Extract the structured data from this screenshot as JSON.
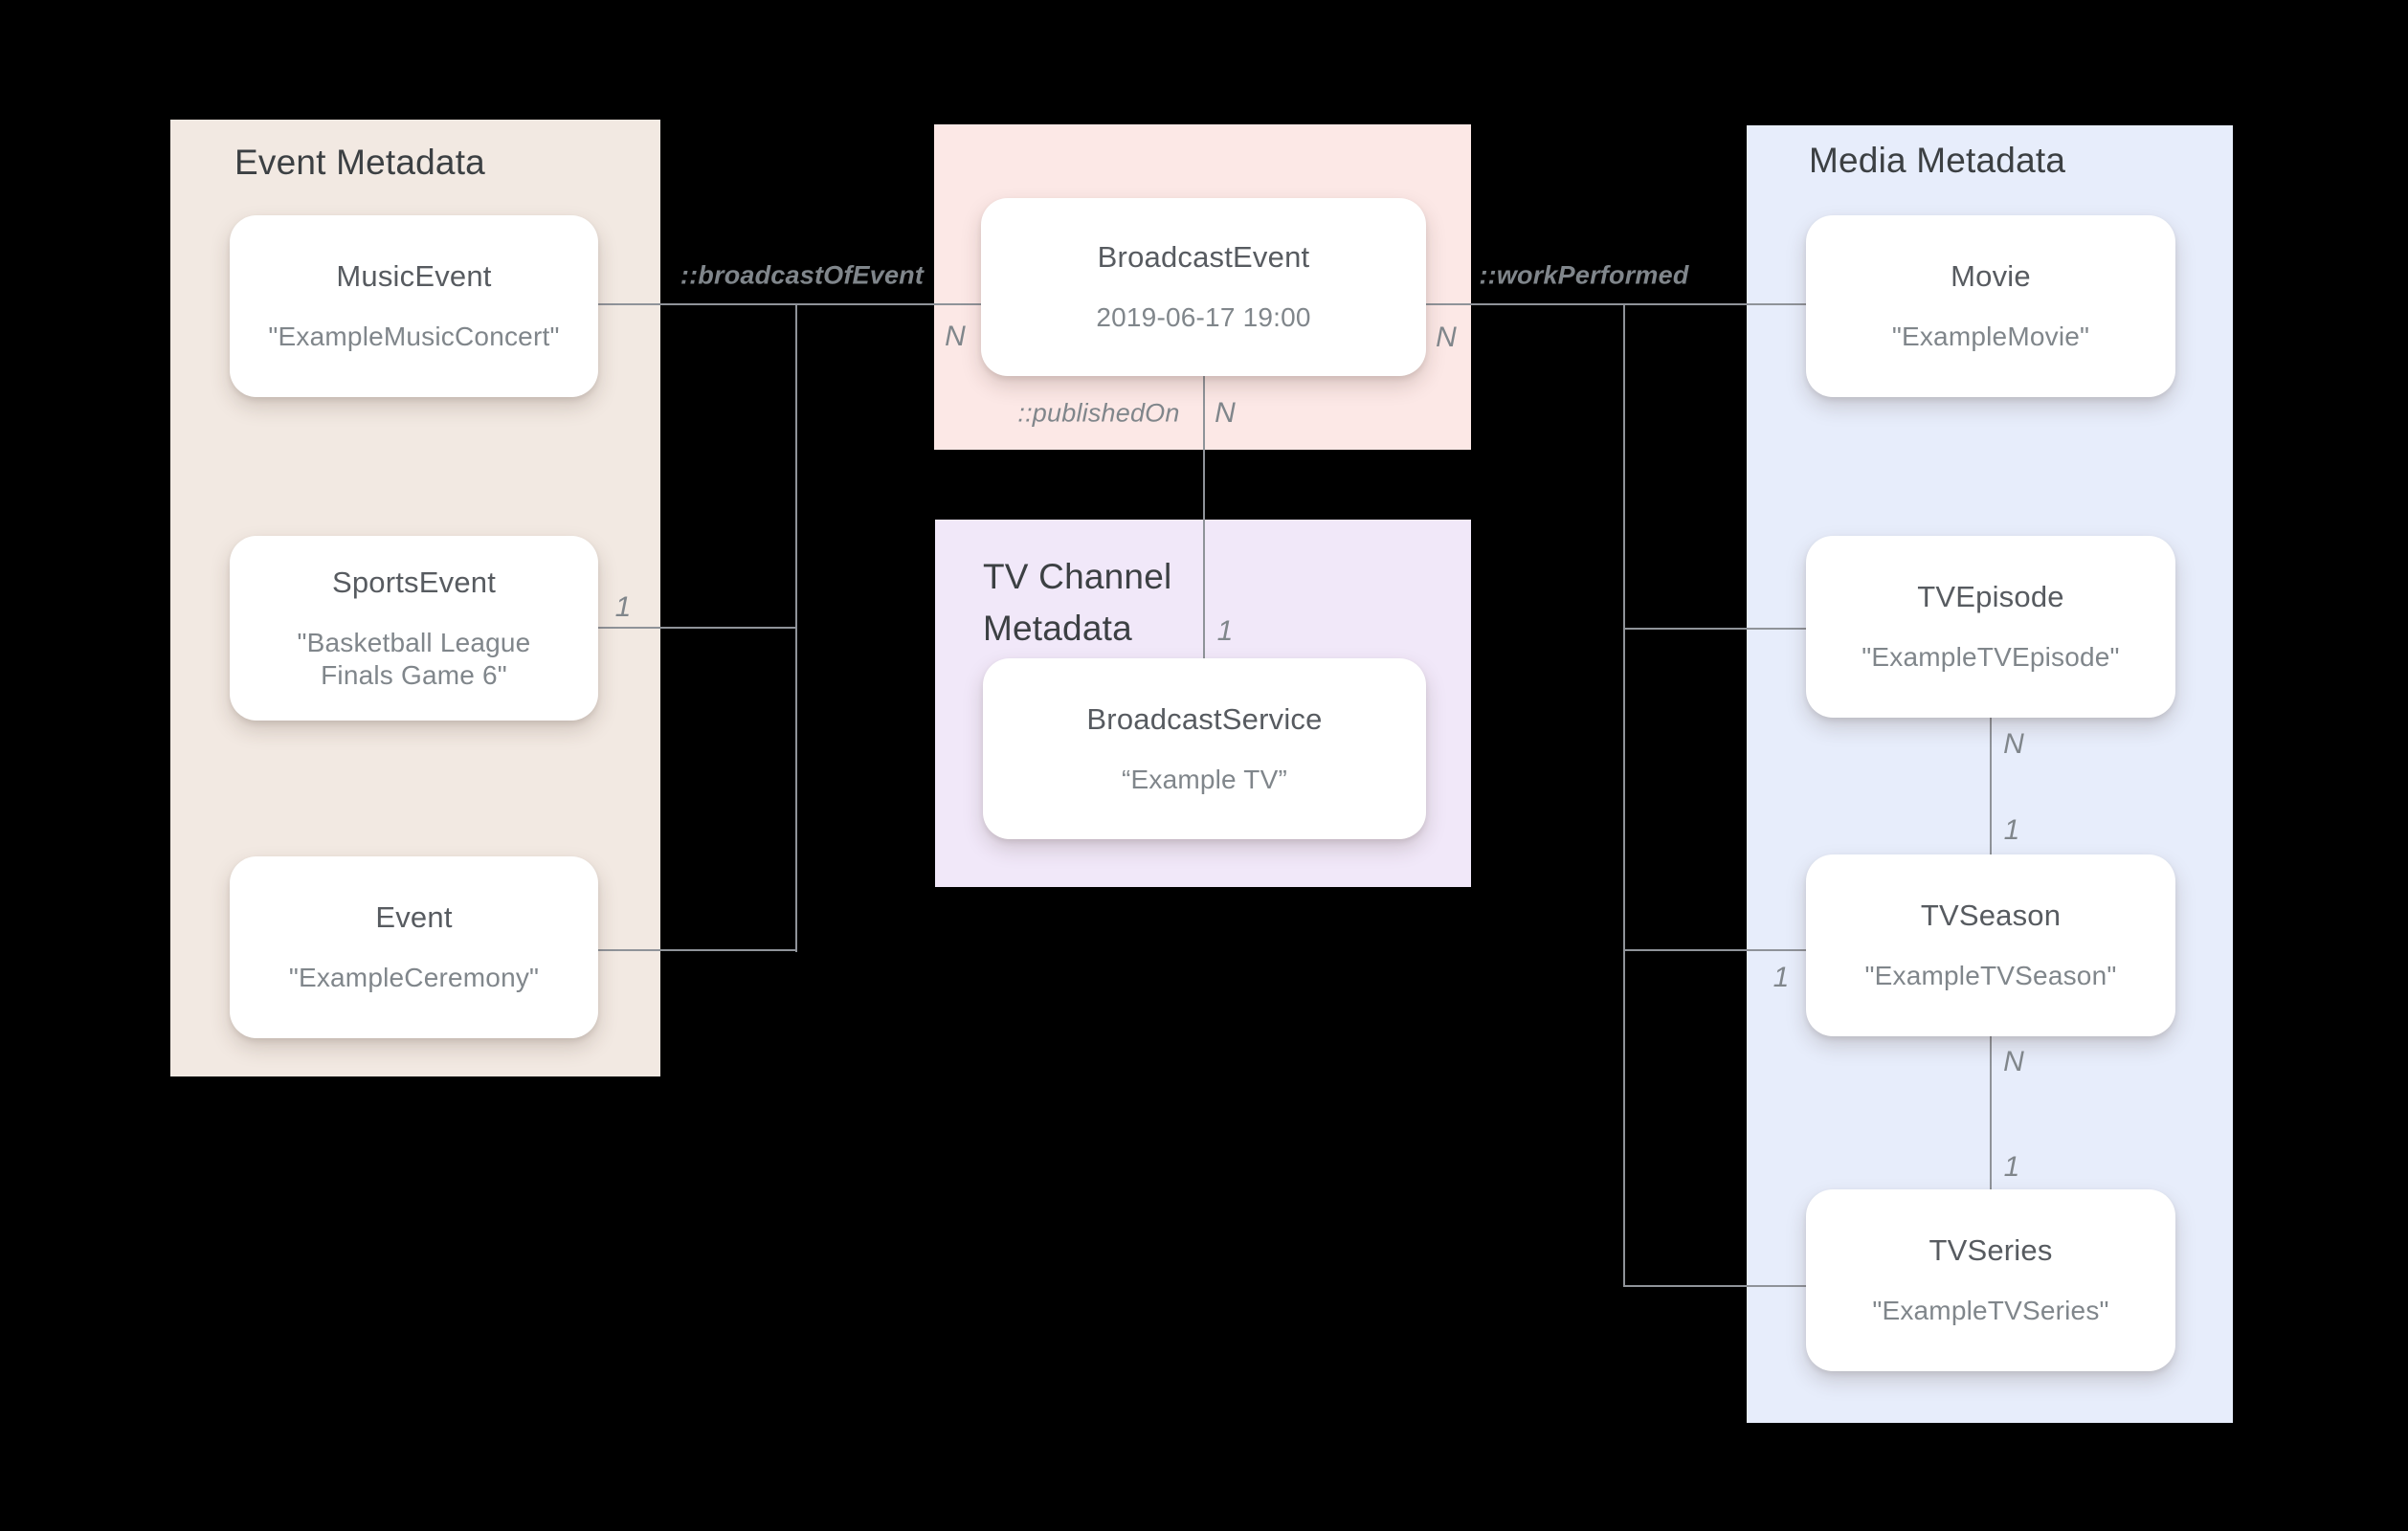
{
  "panels": {
    "event": {
      "title": "Event Metadata"
    },
    "tv_channel": {
      "title": "TV Channel Metadata"
    },
    "media": {
      "title": "Media Metadata"
    }
  },
  "nodes": {
    "music_event": {
      "title": "MusicEvent",
      "subtitle": "\"ExampleMusicConcert\""
    },
    "sports_event": {
      "title": "SportsEvent",
      "subtitle": "\"Basketball League Finals Game 6\""
    },
    "event": {
      "title": "Event",
      "subtitle": "\"ExampleCeremony\""
    },
    "broadcast_event": {
      "title": "BroadcastEvent",
      "subtitle": "2019-06-17 19:00"
    },
    "broadcast_service": {
      "title": "BroadcastService",
      "subtitle": "“Example TV”"
    },
    "movie": {
      "title": "Movie",
      "subtitle": "\"ExampleMovie\""
    },
    "tv_episode": {
      "title": "TVEpisode",
      "subtitle": "\"ExampleTVEpisode\""
    },
    "tv_season": {
      "title": "TVSeason",
      "subtitle": "\"ExampleTVSeason\""
    },
    "tv_series": {
      "title": "TVSeries",
      "subtitle": "\"ExampleTVSeries\""
    }
  },
  "edges": {
    "broadcast_of_event": {
      "label": "::broadcastOfEvent",
      "n": "N",
      "sports_one": "1"
    },
    "work_performed": {
      "label": "::workPerformed",
      "n": "N",
      "season_one": "1"
    },
    "published_on": {
      "label": "::publishedOn",
      "n": "N",
      "one": "1"
    },
    "episode_to_season": {
      "n": "N",
      "one": "1"
    },
    "season_to_series": {
      "n": "N",
      "one": "1"
    }
  },
  "colors": {
    "background": "#000000",
    "event_panel_bg": "#f2e9e2",
    "broadcast_panel_bg": "#fce8e6",
    "tv_channel_panel_bg": "#f1e8f9",
    "media_panel_bg": "#e7edfb",
    "card_bg": "#ffffff",
    "line": "#8f9399",
    "panel_title_text": "#3c4043",
    "card_title_text": "#575b60",
    "card_subtitle_text": "#80868b",
    "edge_label_text": "#80868b"
  }
}
